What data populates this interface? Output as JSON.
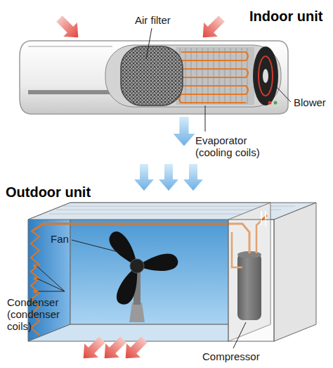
{
  "diagram": {
    "labels": [
      "Indoor unit",
      "Air filter",
      "Blower",
      "Evaporator (cooling coils)",
      "Outdoor unit",
      "Fan",
      "Condenser (condenser coils)",
      "Compressor"
    ]
  }
}
